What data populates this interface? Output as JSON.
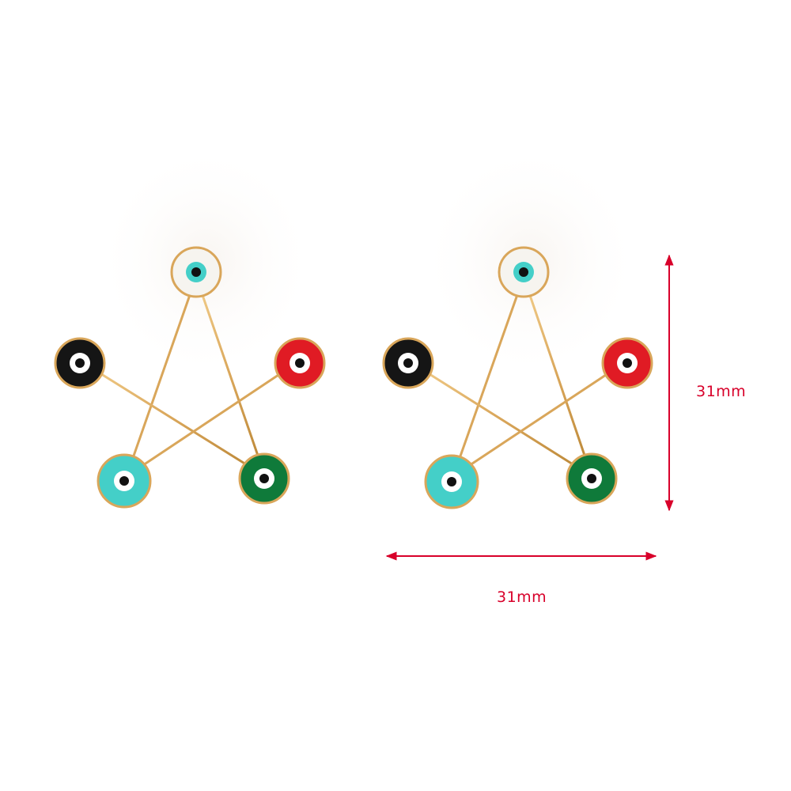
{
  "product": {
    "name": "star-evil-eye-earring-pair",
    "earrings": [
      {
        "eyes": [
          {
            "position": "top",
            "color": "#f6f4ef"
          },
          {
            "position": "left",
            "color": "#151515"
          },
          {
            "position": "right",
            "color": "#e01b24"
          },
          {
            "position": "bottom-left",
            "color": "#44cfc8"
          },
          {
            "position": "bottom-right",
            "color": "#0f7a3a"
          }
        ]
      },
      {
        "eyes": [
          {
            "position": "top",
            "color": "#f6f4ef"
          },
          {
            "position": "left",
            "color": "#151515"
          },
          {
            "position": "right",
            "color": "#e01b24"
          },
          {
            "position": "bottom-left",
            "color": "#44cfc8"
          },
          {
            "position": "bottom-right",
            "color": "#0f7a3a"
          }
        ]
      }
    ]
  },
  "dimensions": {
    "width_label": "31mm",
    "height_label": "31mm",
    "line_color": "#d8002a"
  },
  "colors": {
    "gold": "#d9a65a",
    "background": "#ffffff",
    "pupil": "#111111",
    "iris_ring": "#ffffff"
  }
}
